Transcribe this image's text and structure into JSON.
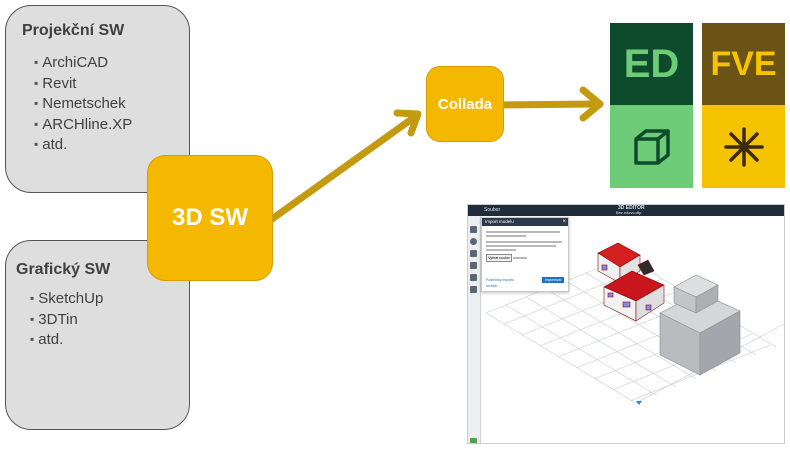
{
  "top_box": {
    "title": "Projekční SW",
    "items": [
      "ArchiCAD",
      "Revit",
      "Nemetschek",
      "ARCHline.XP",
      "atd."
    ]
  },
  "bottom_box": {
    "title": "Grafický SW",
    "items": [
      "SketchUp",
      "3DTin",
      "atd."
    ]
  },
  "center_node": {
    "label": "3D SW"
  },
  "collada_node": {
    "label": "Collada"
  },
  "tiles": [
    {
      "label": "ED",
      "icon": "cube-icon",
      "top_color": "#0e4a2c",
      "bottom_color": "#6ecb77",
      "text_color": "#6ecb77",
      "icon_color": "#0e4a2c"
    },
    {
      "label": "FVE",
      "icon": "asterisk-icon",
      "top_color": "#6b5215",
      "bottom_color": "#f6c300",
      "text_color": "#f6c300",
      "icon_color": "#3a2a08"
    }
  ],
  "colors": {
    "node": "#f5b800",
    "arrow": "#c39a10",
    "box_fill": "#dedede"
  },
  "editor": {
    "app_title": "3D EDITOR",
    "file_name": "Bez názvu.dtp",
    "menu_left": "Soubor",
    "panel_title": "Import modelu",
    "button_choose": "Vybrat soubor",
    "button_import": "Importovat",
    "link_text": "Podmínky importu modelu"
  }
}
